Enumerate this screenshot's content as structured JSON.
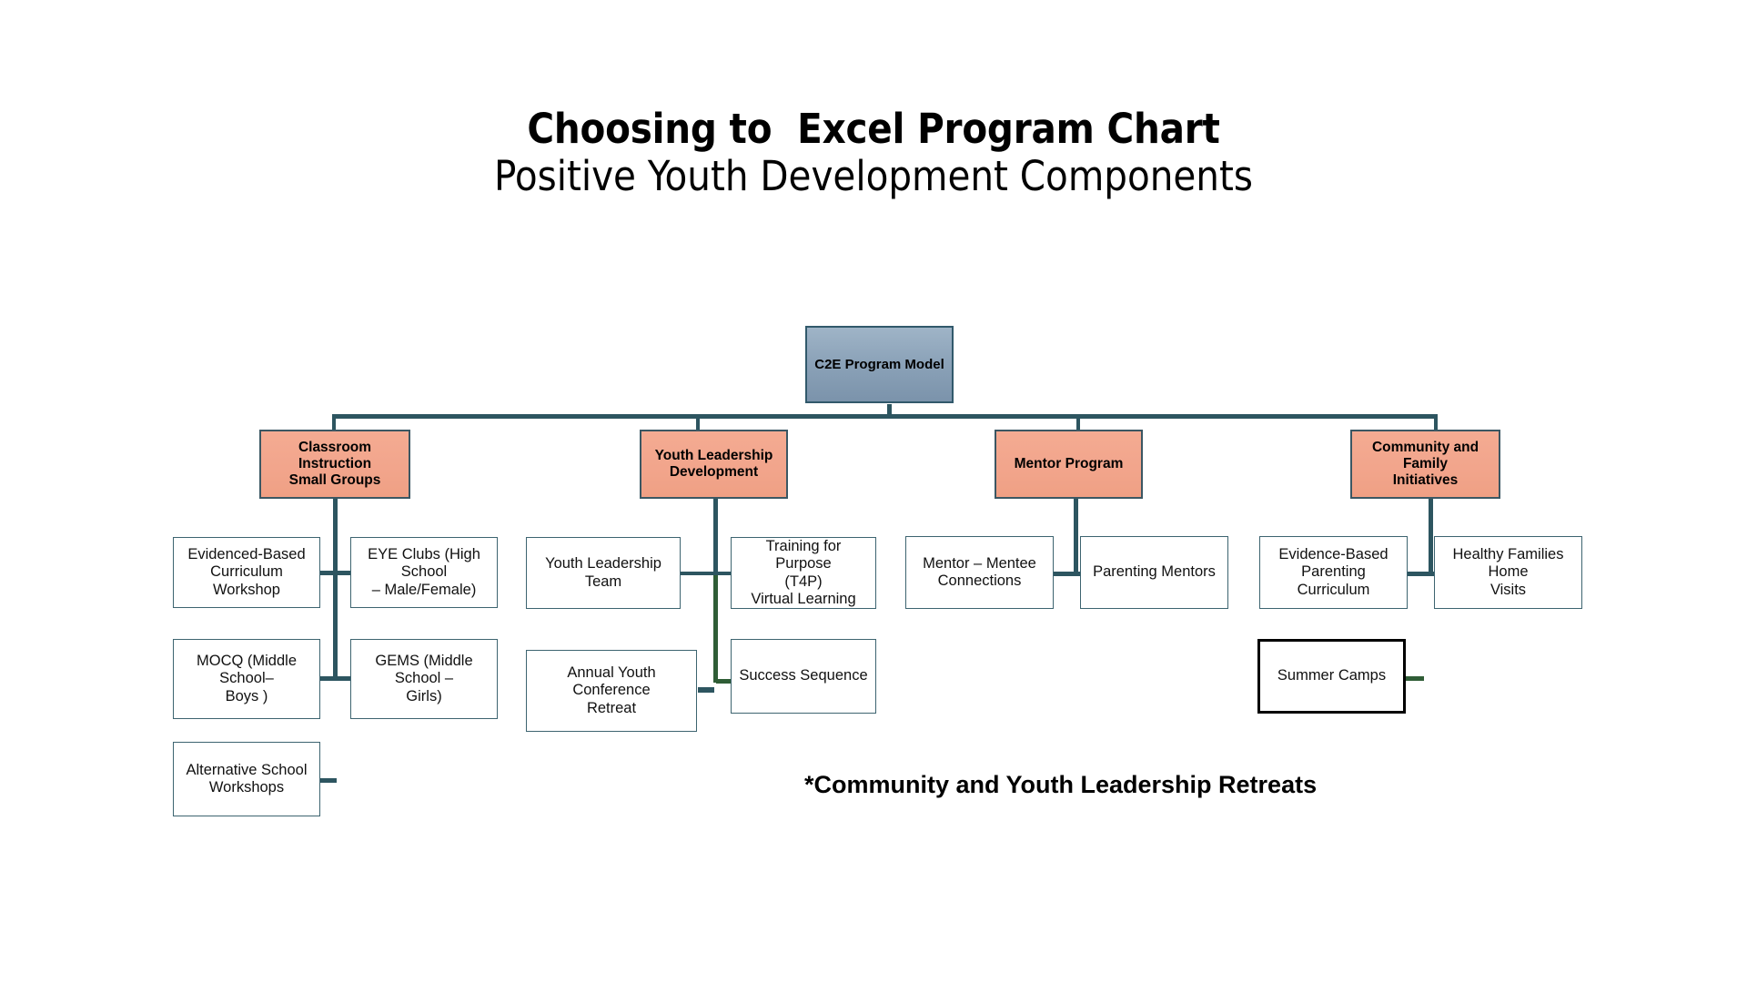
{
  "header": {
    "main_title": "Choosing to  Excel Program Chart",
    "sub_title": "Positive Youth Development Components"
  },
  "footnote": {
    "text": "*Community and Youth Leadership Retreats"
  },
  "colors": {
    "root_fill": "#8ba2b8",
    "branch_fill": "#f2a58c",
    "leaf_fill": "#ffffff",
    "connector": "#2d5560",
    "connector_alt": "#2f5d36",
    "emphasis_border": "#000000",
    "border": "#3b5763"
  },
  "chart_data": {
    "type": "diagram",
    "diagram_kind": "organizational-tree",
    "title": "Choosing to  Excel Program Chart",
    "subtitle": "Positive Youth Development Components",
    "root": {
      "id": "root",
      "label": "C2E Program Model",
      "style": "root"
    },
    "branches": [
      {
        "id": "classroom-instruction",
        "label": "Classroom Instruction\nSmall Groups",
        "style": "branch",
        "children": [
          {
            "id": "evidenced-based-curriculum-workshop",
            "label": "Evidenced-Based\nCurriculum Workshop",
            "style": "leaf"
          },
          {
            "id": "eye-clubs",
            "label": "EYE Clubs (High School\n– Male/Female)",
            "style": "leaf"
          },
          {
            "id": "mocq",
            "label": "MOCQ (Middle School–\nBoys )",
            "style": "leaf"
          },
          {
            "id": "gems",
            "label": "GEMS (Middle School –\nGirls)",
            "style": "leaf"
          },
          {
            "id": "alternative-school-workshops",
            "label": "Alternative School\nWorkshops",
            "style": "leaf"
          }
        ]
      },
      {
        "id": "youth-leadership-development",
        "label": "Youth Leadership\nDevelopment",
        "style": "branch",
        "children": [
          {
            "id": "youth-leadership-team",
            "label": "Youth Leadership Team",
            "style": "leaf"
          },
          {
            "id": "training-for-purpose",
            "label": "Training for Purpose\n(T4P)\nVirtual Learning",
            "style": "leaf"
          },
          {
            "id": "annual-youth-conference-retreat",
            "label": "Annual Youth Conference\nRetreat",
            "style": "leaf"
          },
          {
            "id": "success-sequence",
            "label": "Success Sequence",
            "style": "leaf"
          }
        ]
      },
      {
        "id": "mentor-program",
        "label": "Mentor Program",
        "style": "branch",
        "children": [
          {
            "id": "mentor-mentee-connections",
            "label": "Mentor – Mentee\nConnections",
            "style": "leaf"
          },
          {
            "id": "parenting-mentors",
            "label": "Parenting Mentors",
            "style": "leaf"
          }
        ]
      },
      {
        "id": "community-and-family-initiatives",
        "label": "Community and Family\nInitiatives",
        "style": "branch",
        "children": [
          {
            "id": "evidence-based-parenting-curriculum",
            "label": "Evidence-Based\nParenting Curriculum",
            "style": "leaf"
          },
          {
            "id": "healthy-families-home-visits",
            "label": "Healthy Families Home\nVisits",
            "style": "leaf"
          },
          {
            "id": "summer-camps",
            "label": "Summer Camps",
            "style": "leaf-emphasis"
          }
        ]
      }
    ],
    "annotations": [
      {
        "id": "retreats-note",
        "text": "*Community and Youth Leadership Retreats"
      }
    ]
  }
}
